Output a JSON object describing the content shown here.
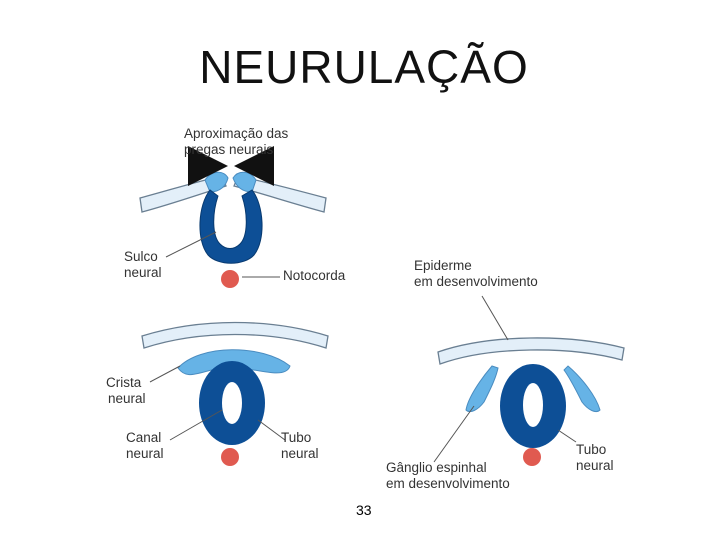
{
  "title": "NEURULAÇÃO",
  "page_number": "33",
  "colors": {
    "neural_tube": "#0d4f96",
    "neural_crest": "#66b3e6",
    "ectoderm": "#e3eff9",
    "notochord": "#e05a50",
    "outline": "#6a7f92"
  },
  "stage1": {
    "top_label_line1": "Aproximação das",
    "top_label_line2": "pregas neurais",
    "groove_line1": "Sulco",
    "groove_line2": "neural",
    "notochord": "Notocorda"
  },
  "stage2": {
    "crest_line1": "Crista",
    "crest_line2": "neural",
    "canal_line1": "Canal",
    "canal_line2": "neural",
    "tube_line1": "Tubo",
    "tube_line2": "neural"
  },
  "stage3": {
    "epidermis_line1": "Epiderme",
    "epidermis_line2": "em desenvolvimento",
    "ganglion_line1": "Gânglio espinhal",
    "ganglion_line2": "em desenvolvimento",
    "tube_line1": "Tubo",
    "tube_line2": "neural"
  }
}
